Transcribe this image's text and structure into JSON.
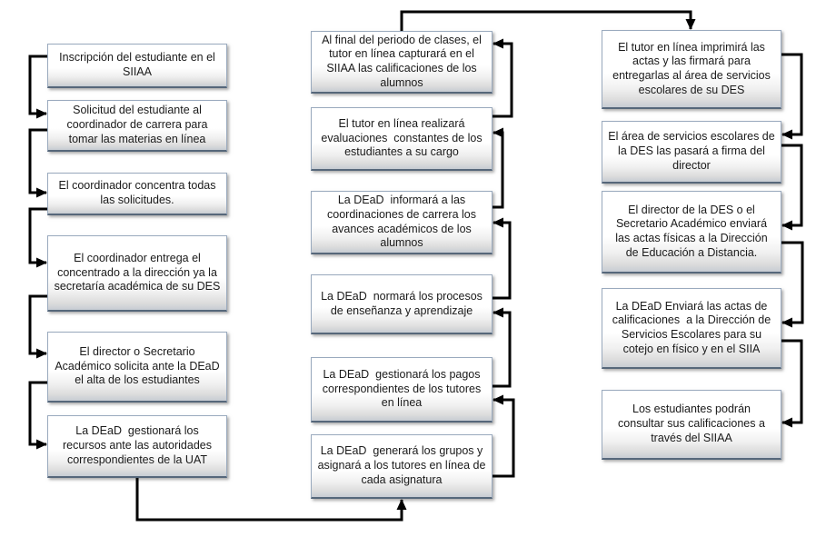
{
  "page": {
    "background": "#ffffff"
  },
  "diagram": {
    "type": "flowchart",
    "language": "es",
    "nodes": [
      {
        "id": "L1",
        "column": "left",
        "text": "Inscripción del estudiante en el SIIAA"
      },
      {
        "id": "L2",
        "column": "left",
        "text": "Solicitud del estudiante al coordinador de carrera para tomar las materias en línea"
      },
      {
        "id": "L3",
        "column": "left",
        "text": "El coordinador concentra todas las solicitudes."
      },
      {
        "id": "L4",
        "column": "left",
        "text": "El coordinador entrega el concentrado a la dirección ya la secretaría académica de su DES"
      },
      {
        "id": "L5",
        "column": "left",
        "text": "El director o Secretario Académico solicita ante la DEaD el alta de los estudiantes"
      },
      {
        "id": "L6",
        "column": "left",
        "text": "La DEaD  gestionará los recursos ante las autoridades correspondientes de la UAT"
      },
      {
        "id": "M1",
        "column": "middle",
        "text": "Al final del periodo de clases, el tutor en línea capturará en el SIIAA las calificaciones de los alumnos"
      },
      {
        "id": "M2",
        "column": "middle",
        "text": "El tutor en línea realizará evaluaciones  constantes de los estudiantes a su cargo"
      },
      {
        "id": "M3",
        "column": "middle",
        "text": "La DEaD  informará a las coordinaciones de carrera los avances académicos de los alumnos"
      },
      {
        "id": "M4",
        "column": "middle",
        "text": "La DEaD  normará los procesos de enseñanza y aprendizaje"
      },
      {
        "id": "M5",
        "column": "middle",
        "text": "La DEaD  gestionará los pagos correspondientes de los tutores en línea"
      },
      {
        "id": "M6",
        "column": "middle",
        "text": "La DEaD  generará los grupos y asignará a los tutores en línea de cada asignatura"
      },
      {
        "id": "R1",
        "column": "right",
        "text": "El tutor en línea imprimirá las actas y las firmará para entregarlas al área de servicios escolares de su DES"
      },
      {
        "id": "R2",
        "column": "right",
        "text": "El área de servicios escolares de la DES las pasará a firma del director"
      },
      {
        "id": "R3",
        "column": "right",
        "text": "El director de la DES o el Secretario Académico enviará las actas físicas a la Dirección de Educación a Distancia."
      },
      {
        "id": "R4",
        "column": "right",
        "text": "La DEaD Enviará las actas de calificaciones  a la Dirección de Servicios Escolares para su cotejo en físico y en el SIIA"
      },
      {
        "id": "R5",
        "column": "right",
        "text": "Los estudiantes podrán consultar sus calificaciones a través del SIIAA"
      }
    ],
    "flow_order": [
      "L1",
      "L2",
      "L3",
      "L4",
      "L5",
      "L6",
      "M6",
      "M5",
      "M4",
      "M3",
      "M2",
      "M1",
      "R1",
      "R2",
      "R3",
      "R4",
      "R5"
    ],
    "edges": [
      {
        "from": "L1",
        "to": "L2"
      },
      {
        "from": "L2",
        "to": "L3"
      },
      {
        "from": "L3",
        "to": "L4"
      },
      {
        "from": "L4",
        "to": "L5"
      },
      {
        "from": "L5",
        "to": "L6"
      },
      {
        "from": "L6",
        "to": "M6"
      },
      {
        "from": "M6",
        "to": "M5"
      },
      {
        "from": "M5",
        "to": "M4"
      },
      {
        "from": "M4",
        "to": "M3"
      },
      {
        "from": "M3",
        "to": "M2"
      },
      {
        "from": "M2",
        "to": "M1"
      },
      {
        "from": "M1",
        "to": "R1"
      },
      {
        "from": "R1",
        "to": "R2"
      },
      {
        "from": "R2",
        "to": "R3"
      },
      {
        "from": "R3",
        "to": "R4"
      },
      {
        "from": "R4",
        "to": "R5"
      }
    ],
    "colors": {
      "box_fill_top": "#ffffff",
      "box_fill_bottom": "#c7ccd3",
      "box_border": "#9aaabe",
      "box_border_bottom": "#56677a",
      "box_shadow": "#7d7d7d",
      "connector": "#000000",
      "text": "#1a1a1a",
      "background": "#ffffff"
    }
  }
}
